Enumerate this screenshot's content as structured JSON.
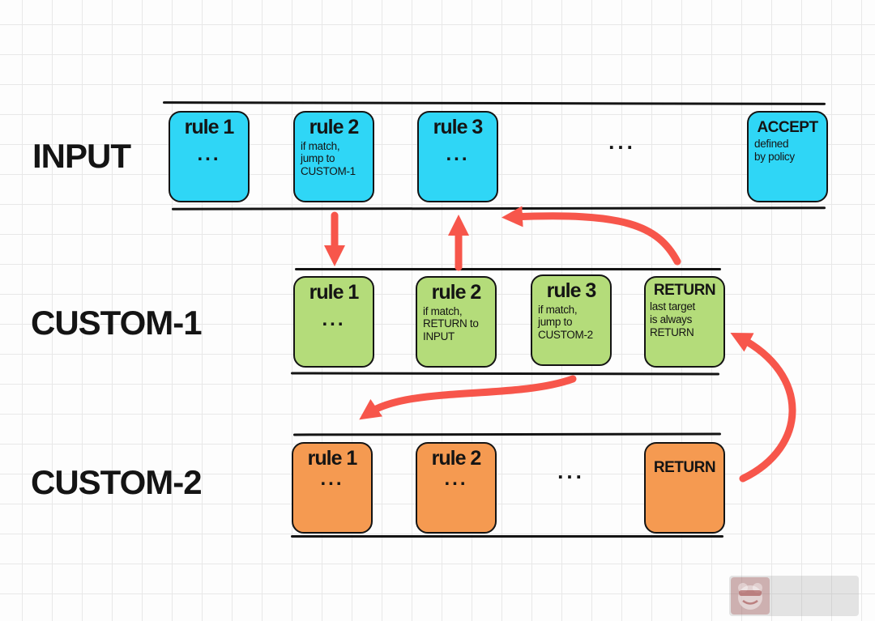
{
  "colors": {
    "page_bg": "#fdfdfd",
    "grid_line": "#e8e8e8",
    "box_border": "#141414",
    "chain_line": "#141414",
    "text": "#141414",
    "input_box": "#2fd6f6",
    "custom1_box": "#b4dc7a",
    "custom2_box": "#f59a51",
    "arrow": "#f7564b"
  },
  "diagram": {
    "chains": {
      "input": {
        "label": "INPUT",
        "rules": [
          {
            "title": "rule 1",
            "lines": [
              "..."
            ]
          },
          {
            "title": "rule 2",
            "lines": [
              "if match,",
              "jump to",
              "CUSTOM-1"
            ]
          },
          {
            "title": "rule 3",
            "lines": [
              "..."
            ]
          }
        ],
        "ellipsis": "...",
        "terminal": {
          "title": "ACCEPT",
          "lines": [
            "defined",
            "by policy"
          ]
        }
      },
      "custom1": {
        "label": "CUSTOM-1",
        "rules": [
          {
            "title": "rule 1",
            "lines": [
              "..."
            ]
          },
          {
            "title": "rule 2",
            "lines": [
              "if match,",
              "RETURN to",
              "INPUT"
            ]
          },
          {
            "title": "rule 3",
            "lines": [
              "if match,",
              "jump to",
              "CUSTOM-2"
            ]
          }
        ],
        "terminal": {
          "title": "RETURN",
          "lines": [
            "last target",
            "is always",
            "RETURN"
          ]
        }
      },
      "custom2": {
        "label": "CUSTOM-2",
        "rules": [
          {
            "title": "rule 1",
            "lines": [
              "..."
            ]
          },
          {
            "title": "rule 2",
            "lines": [
              "..."
            ]
          }
        ],
        "ellipsis": "...",
        "terminal": {
          "title": "RETURN",
          "lines": []
        }
      }
    }
  }
}
